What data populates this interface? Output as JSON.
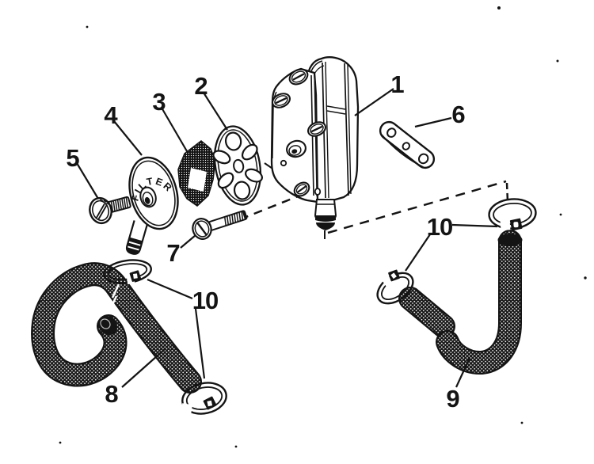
{
  "figure": {
    "background": "#ffffff",
    "ink": "#141414",
    "cover_text": "FILTER",
    "callouts": [
      {
        "label": "1"
      },
      {
        "label": "2"
      },
      {
        "label": "3"
      },
      {
        "label": "4"
      },
      {
        "label": "5"
      },
      {
        "label": "6"
      },
      {
        "label": "7"
      },
      {
        "label": "8"
      },
      {
        "label": "9"
      },
      {
        "label": "10"
      },
      {
        "label": "10"
      }
    ]
  }
}
